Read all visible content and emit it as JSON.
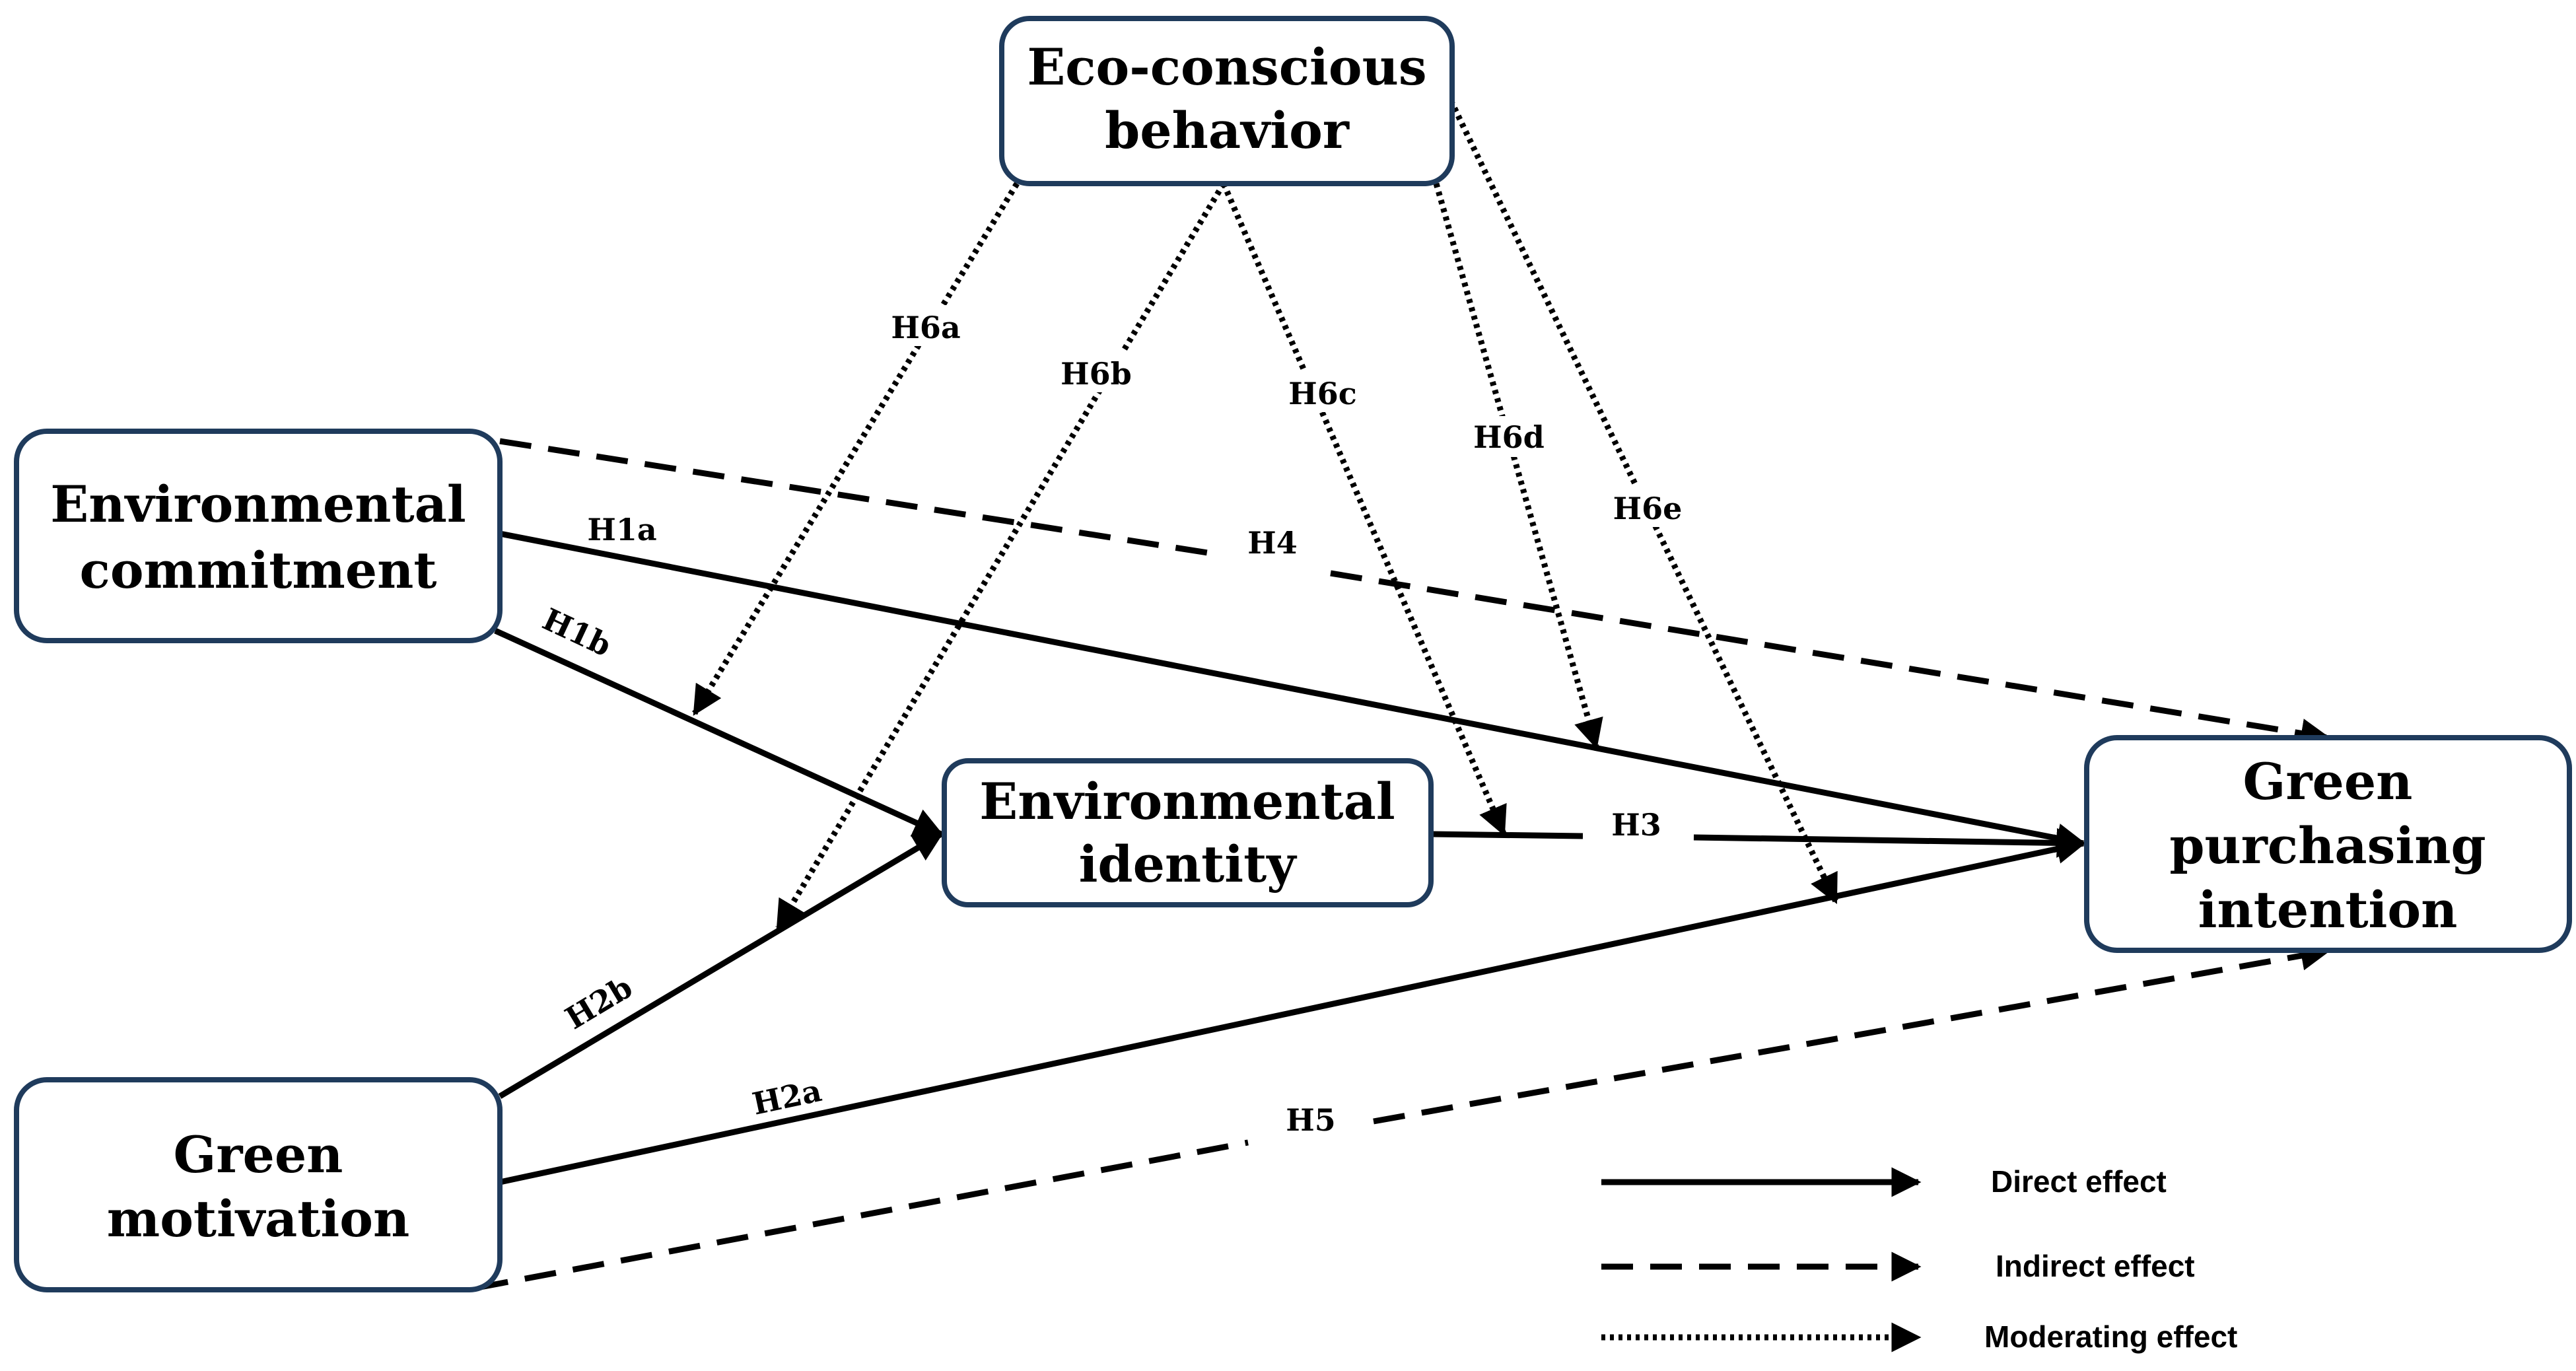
{
  "nodes": {
    "eco_conscious_behavior": [
      "Eco-conscious",
      "behavior"
    ],
    "environmental_commitment": [
      "Environmental",
      "commitment"
    ],
    "environmental_identity": [
      "Environmental",
      "identity"
    ],
    "green_motivation": [
      "Green",
      "motivation"
    ],
    "green_purchasing_intention": [
      "Green",
      "purchasing",
      "intention"
    ]
  },
  "hypotheses": {
    "h1a": "H1a",
    "h1b": "H1b",
    "h2a": "H2a",
    "h2b": "H2b",
    "h3": "H3",
    "h4": "H4",
    "h5": "H5",
    "h6a": "H6a",
    "h6b": "H6b",
    "h6c": "H6c",
    "h6d": "H6d",
    "h6e": "H6e"
  },
  "legend": {
    "direct": "Direct effect",
    "indirect": "Indirect effect",
    "moderating": "Moderating effect"
  }
}
